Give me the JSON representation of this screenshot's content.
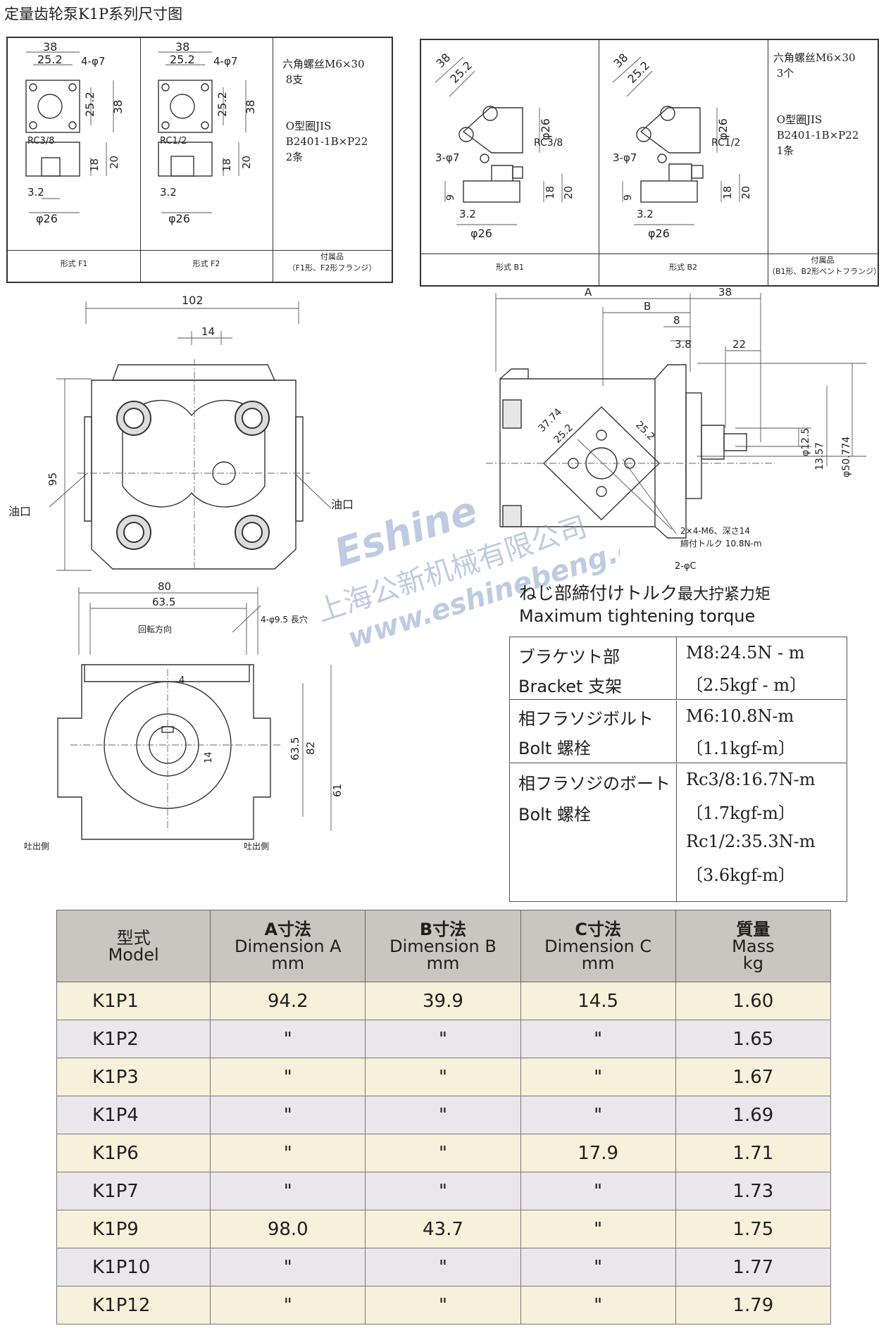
{
  "title": "定量齿轮泵K1P系列尺寸图",
  "flange_f": {
    "dims": {
      "w38": "38",
      "w25": "25.2",
      "hole": "4-φ7",
      "h25": "25.2",
      "h38": "38",
      "t32": "3.2",
      "d26": "φ26",
      "h18": "18",
      "h20": "20"
    },
    "f1_port": "RC3/8",
    "f2_port": "RC1/2",
    "caption_f1": "形式 F1",
    "caption_f2": "形式 F2",
    "note": "六角螺丝M6×30\n 8支\n\n\n O型圈JIS\n B2401-1B×P22\n 2条",
    "acc_line1": "付属品",
    "acc_line2": "（F1形、F2形フランジ）"
  },
  "flange_b": {
    "dims": {
      "w38": "38",
      "w25": "25.2",
      "d26": "φ26",
      "hole": "3-φ7",
      "h9": "9",
      "t32": "3.2",
      "h18": "18",
      "h20": "20",
      "d26b": "φ26"
    },
    "b1_port": "RC3/8",
    "b2_port": "RC1/2",
    "caption_b1": "形式 B1",
    "caption_b2": "形式 B2",
    "note": "六角螺丝M6×30\n 3个\n\n\n O型圈JIS\n B2401-1B×P22\n 1条",
    "acc_line1": "付属品",
    "acc_line2": "（B1形、B2形ベントフランジ）"
  },
  "front_view": {
    "w102": "102",
    "w14": "14",
    "h95": "95",
    "port_left": "油口",
    "port_right": "油口"
  },
  "side_view": {
    "A": "A",
    "B": "B",
    "w38": "38",
    "w8": "8",
    "w38b": "3.8",
    "w22": "22",
    "d377": "37.74",
    "d25a": "25.2",
    "d25b": "25.2",
    "d125": "φ12.5",
    "d1357": "13.57",
    "d50": "φ50.774",
    "note_bolt": "2×4-M6、深さ14",
    "note_torque": "締付トルク 10.8N-m",
    "note_c": "2-φC"
  },
  "rear_view": {
    "w80": "80",
    "w635": "63.5",
    "holes": "4-φ9.5 長穴",
    "rot": "回転方向",
    "key": "4",
    "h14": "14",
    "h635": "63.5",
    "h82": "82",
    "h61": "61",
    "out_left": "吐出側",
    "out_right": "吐出側"
  },
  "watermark": {
    "brand": "Eshine",
    "company": "上海公新机械有限公司",
    "url": "www.eshinebeng.com"
  },
  "torque": {
    "title_jp": "ねじ部締付けトルク",
    "title_cn": "最大拧紧力矩",
    "title_en": "Maximum tightening torque",
    "rows": [
      {
        "jp": "ブラケツト部",
        "en": "Bracket 支架",
        "v1": "M8:24.5N - m",
        "v2": "〔2.5kgf - m〕"
      },
      {
        "jp": "相フラソジボルト",
        "en": "Bolt  螺栓",
        "v1": "M6:10.8N-m",
        "v2": "〔1.1kgf-m〕"
      },
      {
        "jp": "相フラソジのボート",
        "en": "Bolt  螺栓",
        "v1": "Rc3/8:16.7N-m",
        "v2": "〔1.7kgf-m〕",
        "v3": "Rc1/2:35.3N-m",
        "v4": "〔3.6kgf-m〕"
      }
    ]
  },
  "table": {
    "headers": [
      {
        "l1": "型式",
        "l2": "Model",
        "l3": ""
      },
      {
        "l1": "A寸法",
        "l2": "Dimension A",
        "l3": "mm"
      },
      {
        "l1": "B寸法",
        "l2": "Dimension B",
        "l3": "mm"
      },
      {
        "l1": "C寸法",
        "l2": "Dimension C",
        "l3": "mm"
      },
      {
        "l1": "質量",
        "l2": "Mass",
        "l3": "kg"
      }
    ],
    "rows": [
      [
        "K1P1",
        "94.2",
        "39.9",
        "14.5",
        "1.60"
      ],
      [
        "K1P2",
        "\"",
        "\"",
        "\"",
        "1.65"
      ],
      [
        "K1P3",
        "\"",
        "\"",
        "\"",
        "1.67"
      ],
      [
        "K1P4",
        "\"",
        "\"",
        "\"",
        "1.69"
      ],
      [
        "K1P6",
        "\"",
        "\"",
        "17.9",
        "1.71"
      ],
      [
        "K1P7",
        "\"",
        "\"",
        "\"",
        "1.73"
      ],
      [
        "K1P9",
        "98.0",
        "43.7",
        "\"",
        "1.75"
      ],
      [
        "K1P10",
        "\"",
        "\"",
        "\"",
        "1.77"
      ],
      [
        "K1P12",
        "\"",
        "\"",
        "\"",
        "1.79"
      ]
    ]
  }
}
